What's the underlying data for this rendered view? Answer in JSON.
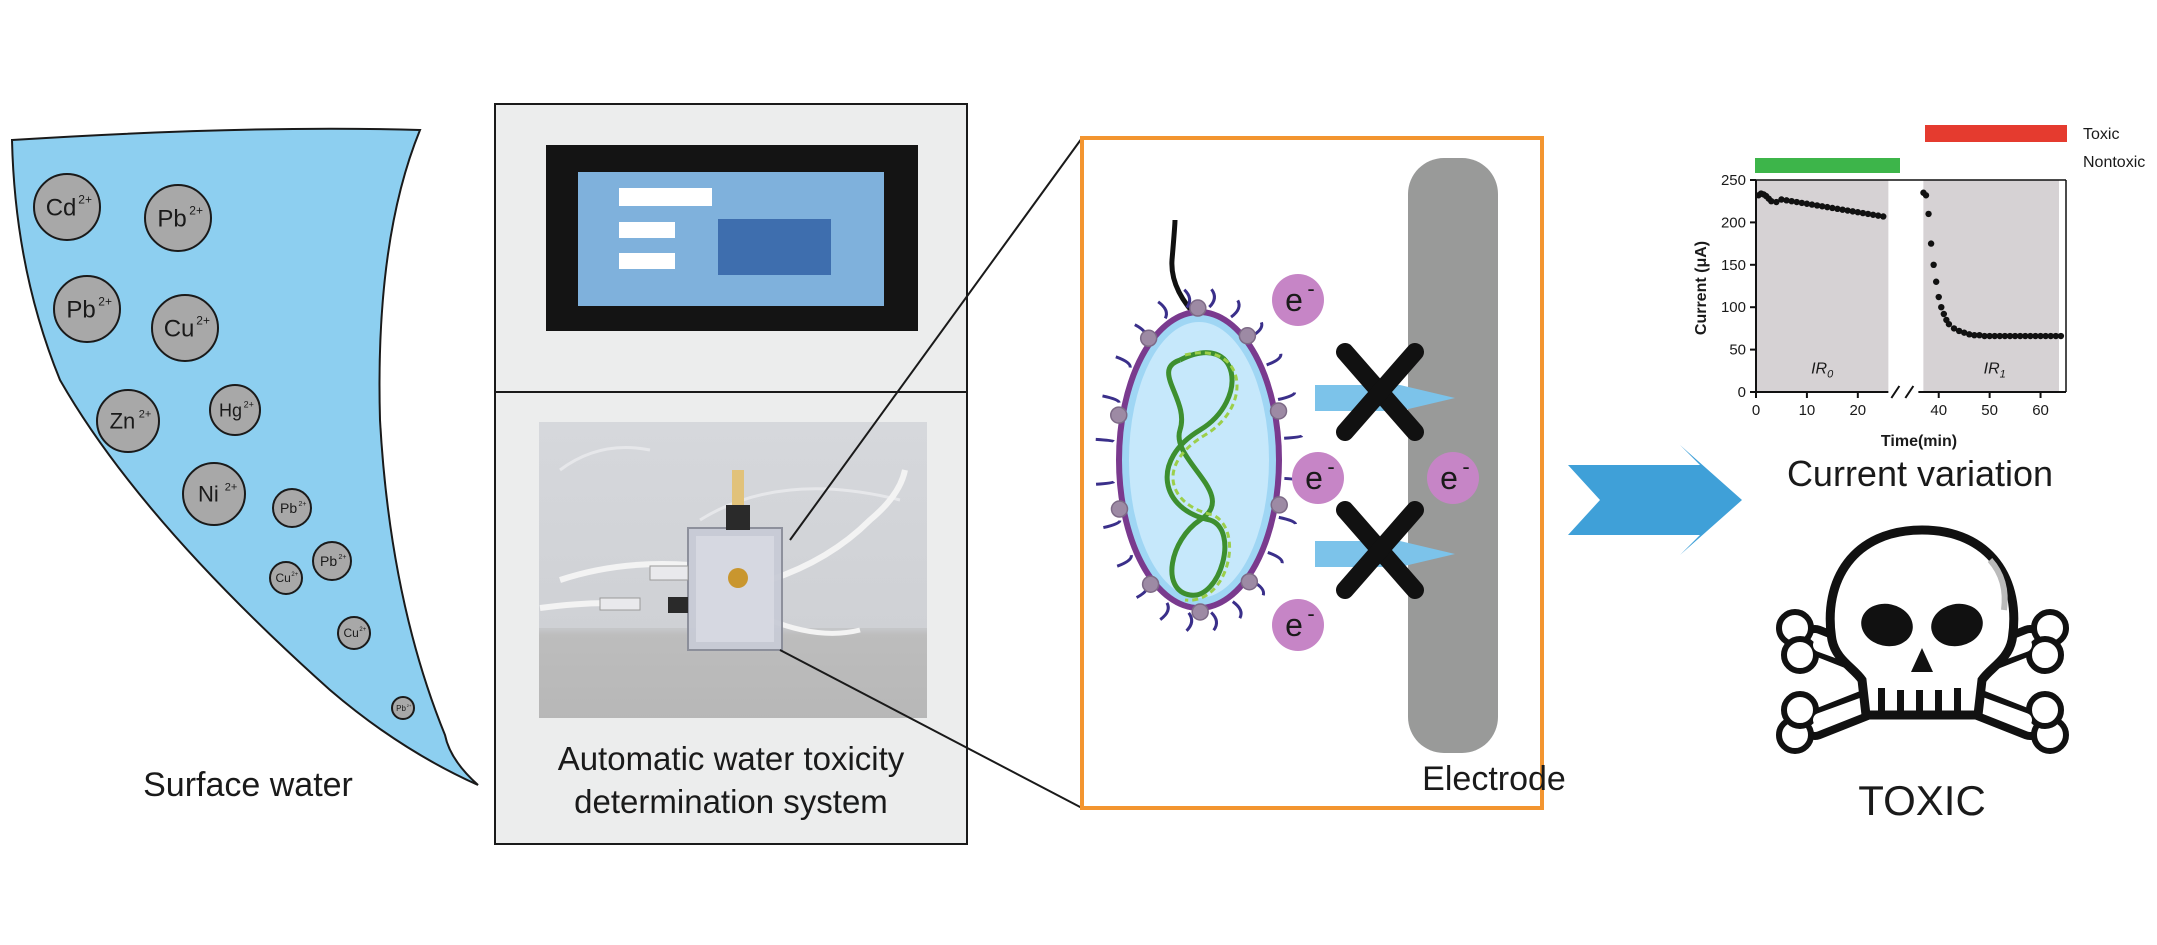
{
  "water": {
    "label": "Surface water",
    "ions": [
      {
        "symbol": "Cd",
        "charge": "2+"
      },
      {
        "symbol": "Pb",
        "charge": "2+"
      },
      {
        "symbol": "Pb",
        "charge": "2+"
      },
      {
        "symbol": "Cu",
        "charge": "2+"
      },
      {
        "symbol": "Zn",
        "charge": "2+"
      },
      {
        "symbol": "Hg",
        "charge": "2+"
      },
      {
        "symbol": "Ni",
        "charge": "2+"
      },
      {
        "symbol": "Pb",
        "charge": "2+"
      },
      {
        "symbol": "Cu",
        "charge": "2+"
      },
      {
        "symbol": "Pb",
        "charge": "2+"
      },
      {
        "symbol": "Cu",
        "charge": "2+"
      },
      {
        "symbol": "Pb",
        "charge": "2+"
      }
    ]
  },
  "system": {
    "label_line1": "Automatic water toxicity",
    "label_line2": "determination system"
  },
  "cell": {
    "electron_symbol": "e",
    "electron_charge": "-",
    "electrode_label": "Electrode"
  },
  "chart": {
    "legend_toxic": "Toxic",
    "legend_nontoxic": "Nontoxic",
    "legend_toxic_color": "#e53b2f",
    "legend_nontoxic_color": "#3db54a",
    "panel_labels": [
      "IR",
      "IR"
    ],
    "panel_subscripts": [
      "0",
      "1"
    ],
    "caption": "Current variation"
  },
  "chart_data": {
    "type": "scatter",
    "xlabel": "Time(min)",
    "ylabel": "Current (μA)",
    "ylim": [
      0,
      250
    ],
    "xlim": [
      0,
      65
    ],
    "x_axis_break": [
      26,
      36
    ],
    "xticks": [
      0,
      10,
      20,
      40,
      50,
      60
    ],
    "yticks": [
      0,
      50,
      100,
      150,
      200,
      250
    ],
    "series": [
      {
        "x": [
          0.5,
          1,
          1.5,
          2,
          2.5,
          3,
          4,
          5,
          6,
          7,
          8,
          9,
          10,
          11,
          12,
          13,
          14,
          15,
          16,
          17,
          18,
          19,
          20,
          21,
          22,
          23,
          24,
          25
        ],
        "y": [
          232,
          234,
          233,
          231,
          228,
          225,
          224,
          227,
          226,
          225,
          224,
          223,
          222,
          221,
          220,
          219,
          218,
          217,
          216,
          215,
          214,
          213,
          212,
          211,
          210,
          209,
          208,
          207
        ]
      },
      {
        "x": [
          37,
          37.5,
          38,
          38.5,
          39,
          39.5,
          40,
          40.5,
          41,
          41.5,
          42,
          43,
          44,
          45,
          46,
          47,
          48,
          49,
          50,
          51,
          52,
          53,
          54,
          55,
          56,
          57,
          58,
          59,
          60,
          61,
          62,
          63,
          64
        ],
        "y": [
          235,
          232,
          210,
          175,
          150,
          130,
          112,
          100,
          92,
          85,
          80,
          75,
          72,
          70,
          68,
          67,
          67,
          66,
          66,
          66,
          66,
          66,
          66,
          66,
          66,
          66,
          66,
          66,
          66,
          66,
          66,
          66,
          66
        ]
      }
    ]
  },
  "result": {
    "label": "TOXIC"
  }
}
